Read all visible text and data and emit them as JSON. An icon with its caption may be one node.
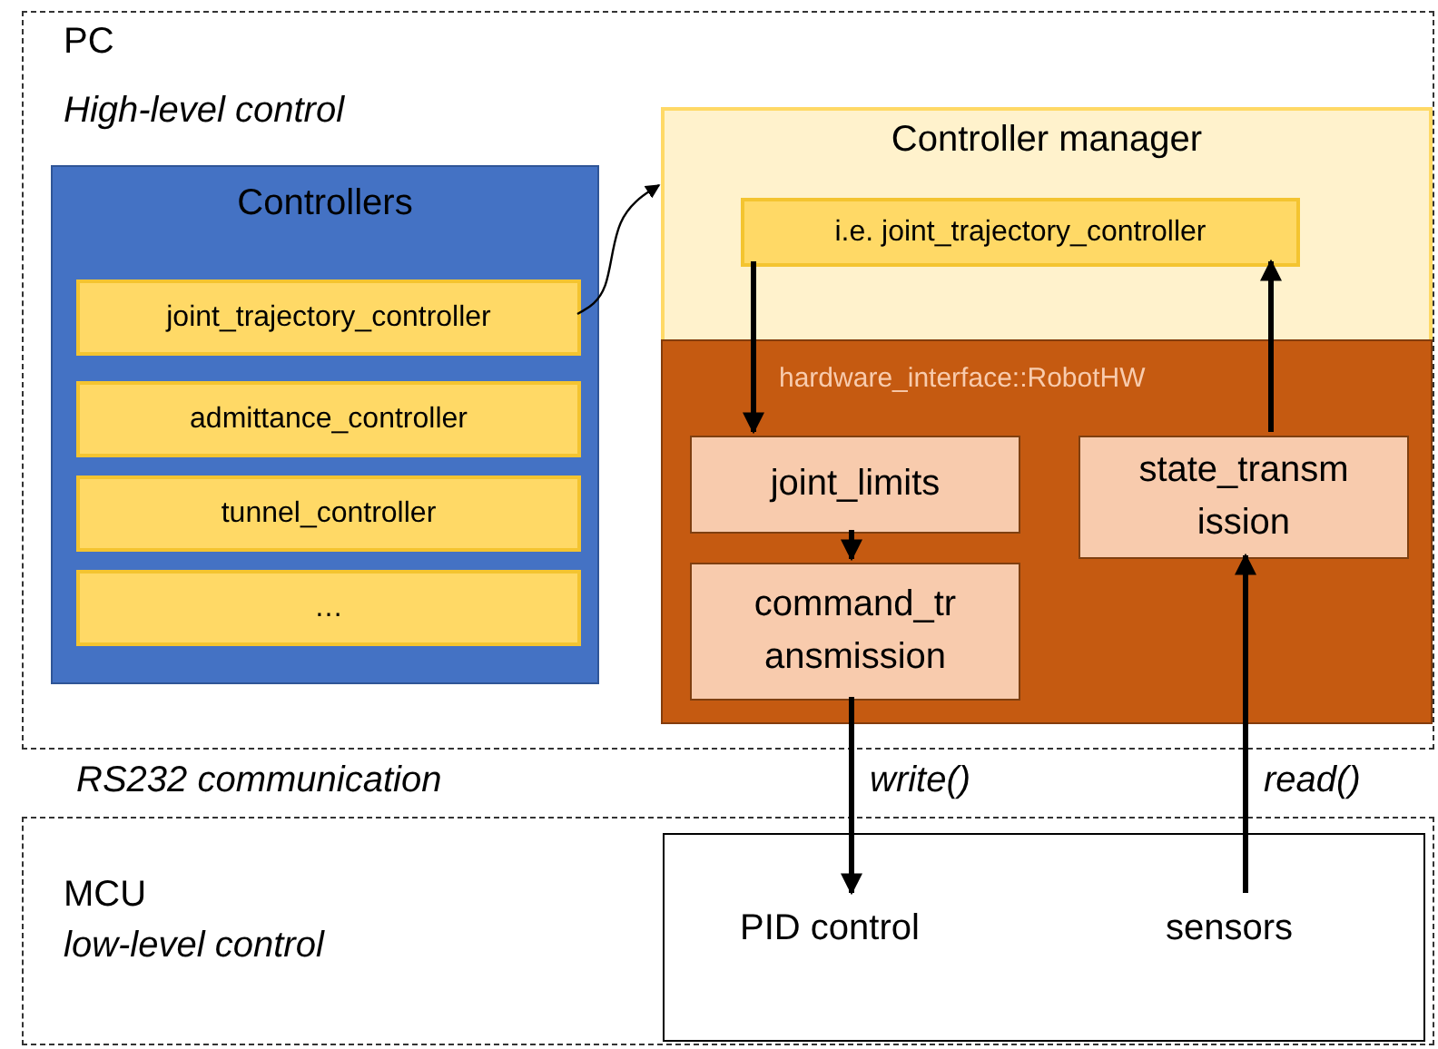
{
  "diagram": {
    "nodes": [
      {
        "text": [
          "PC",
          "High-level control"
        ]
      },
      {
        "text": [
          "Controllers"
        ],
        "in": 0
      },
      {
        "text": [
          "joint_trajectory_controller"
        ],
        "in": 1
      },
      {
        "text": [
          "admittance_controller"
        ],
        "in": 1
      },
      {
        "text": [
          "tunnel_controller"
        ],
        "in": 1
      },
      {
        "text": [
          "…"
        ],
        "in": 1
      },
      {
        "text": [
          "Controller manager"
        ],
        "in": 0
      },
      {
        "text": [
          "i.e. joint_trajectory_controller"
        ],
        "in": 6
      },
      {
        "text": [
          "hardware_interface::RobotHW"
        ],
        "in": 0
      },
      {
        "text": [
          "joint_limits"
        ],
        "in": 8
      },
      {
        "text": [
          "command_tr ansmission"
        ],
        "in": 8
      },
      {
        "text": [
          "state_transm ission"
        ],
        "in": 8
      },
      {
        "text": [
          "MCU",
          "low-level control"
        ]
      },
      {
        "text": [],
        "shape": "box",
        "in": 12
      },
      {
        "text": [
          "PID control"
        ],
        "in": 13
      },
      {
        "text": [
          "sensors"
        ],
        "in": 13
      }
    ],
    "edges": [
      {
        "from": 2,
        "to": 6,
        "arrow": "to"
      },
      {
        "from": 7,
        "to": 9,
        "arrow": "to"
      },
      {
        "from": 11,
        "to": 7,
        "arrow": "to"
      },
      {
        "from": 9,
        "to": 10,
        "arrow": "to"
      },
      {
        "from": 10,
        "to": 14,
        "arrow": "to",
        "label": "write()"
      },
      {
        "from": 15,
        "to": 11,
        "arrow": "to",
        "label": "read()"
      }
    ],
    "labels": [
      "RS232 communication"
    ]
  }
}
